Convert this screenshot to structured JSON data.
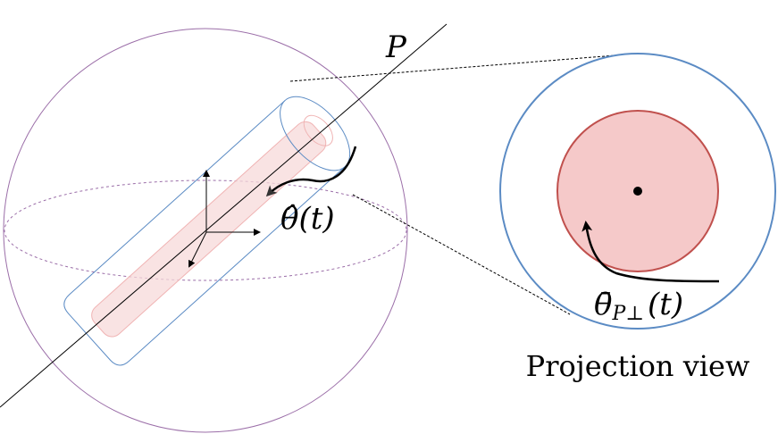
{
  "labels": {
    "line_label": "P",
    "theta_hat": "θ̂(t)",
    "theta_bar": "θ̄",
    "theta_bar_sub": "P⊥",
    "theta_bar_tail": "(t)",
    "caption": "Projection view"
  },
  "colors": {
    "sphere": "#9b6ea8",
    "cylinder": "#5b8bc4",
    "inner_tube_fill": "#f7d9d9",
    "inner_tube_stroke": "#f0b4b4",
    "disk_fill": "#f5c9c9",
    "disk_stroke": "#c0504d",
    "projection_circle": "#5b8bc4",
    "arrow": "#000000"
  }
}
